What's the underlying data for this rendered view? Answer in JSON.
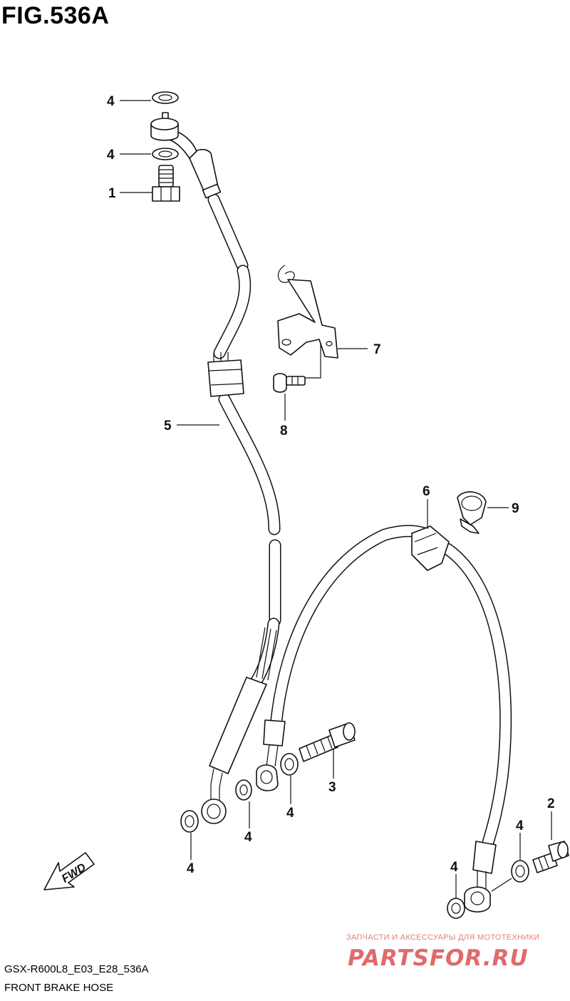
{
  "figure": {
    "title": "FIG.536A",
    "model_code": "GSX-R600L8_E03_E28_536A",
    "section_title": "FRONT BRAKE HOSE"
  },
  "direction_badge": "FWD",
  "callouts": [
    {
      "id": "c1",
      "label": "4"
    },
    {
      "id": "c2",
      "label": "4"
    },
    {
      "id": "c3",
      "label": "1"
    },
    {
      "id": "c4",
      "label": "7"
    },
    {
      "id": "c5",
      "label": "8"
    },
    {
      "id": "c6",
      "label": "5"
    },
    {
      "id": "c7",
      "label": "6"
    },
    {
      "id": "c8",
      "label": "9"
    },
    {
      "id": "c9",
      "label": "3"
    },
    {
      "id": "c10",
      "label": "4"
    },
    {
      "id": "c11",
      "label": "4"
    },
    {
      "id": "c12",
      "label": "4"
    },
    {
      "id": "c13",
      "label": "2"
    },
    {
      "id": "c14",
      "label": "4"
    },
    {
      "id": "c15",
      "label": "4"
    }
  ],
  "watermark": {
    "tagline": "ЗАПЧАСТИ И АКСЕССУАРЫ ДЛЯ МОТОТЕХНИКИ",
    "logo": "PARTSFOR.RU",
    "color": "#e06a6a"
  }
}
